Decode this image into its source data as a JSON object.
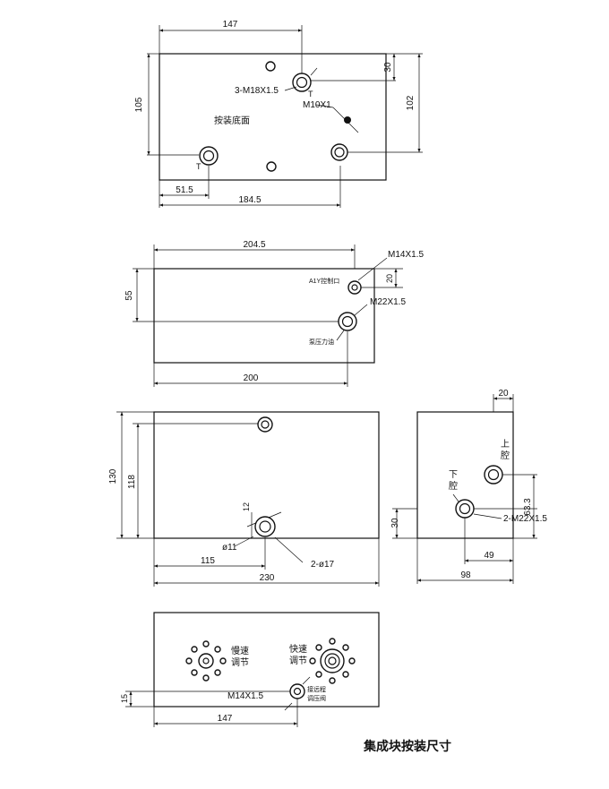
{
  "caption": "集成块按装尺寸",
  "view1": {
    "dims": {
      "top_width": "147",
      "left_height": "105",
      "right_height": "102",
      "right_top": "30",
      "bottom_a": "51.5",
      "bottom_b": "184.5"
    },
    "labels": {
      "thread_3": "3-M18X1.5",
      "thread_m10": "M10X1",
      "mount_face": "按装底面",
      "t_mark_1": "T",
      "t_mark_2": "T"
    }
  },
  "view2": {
    "dims": {
      "top_width": "204.5",
      "left_height": "55",
      "small_20": "20",
      "bottom_width": "200"
    },
    "labels": {
      "m14": "M14X1.5",
      "m22": "M22X1.5",
      "control": "A1Y控制口",
      "pump": "泵压力油"
    }
  },
  "view3": {
    "dims": {
      "h130": "130",
      "h118": "118",
      "d12": "12",
      "phi11": "ø11",
      "w115": "115",
      "phi17": "2-ø17",
      "w230": "230"
    }
  },
  "view4": {
    "dims": {
      "top20": "20",
      "v63": "63.3",
      "v30": "30",
      "w49": "49",
      "w98": "98"
    },
    "labels": {
      "upper": [
        "上",
        "腔"
      ],
      "lower": [
        "下",
        "腔"
      ],
      "m22": "2-M22X1.5"
    }
  },
  "view5": {
    "dims": {
      "h15": "15",
      "w147": "147"
    },
    "labels": {
      "slow": [
        "慢速",
        "调节"
      ],
      "fast": [
        "快速",
        "调节"
      ],
      "remote": [
        "接远程",
        "调压阀"
      ],
      "m14": "M14X1.5"
    }
  }
}
